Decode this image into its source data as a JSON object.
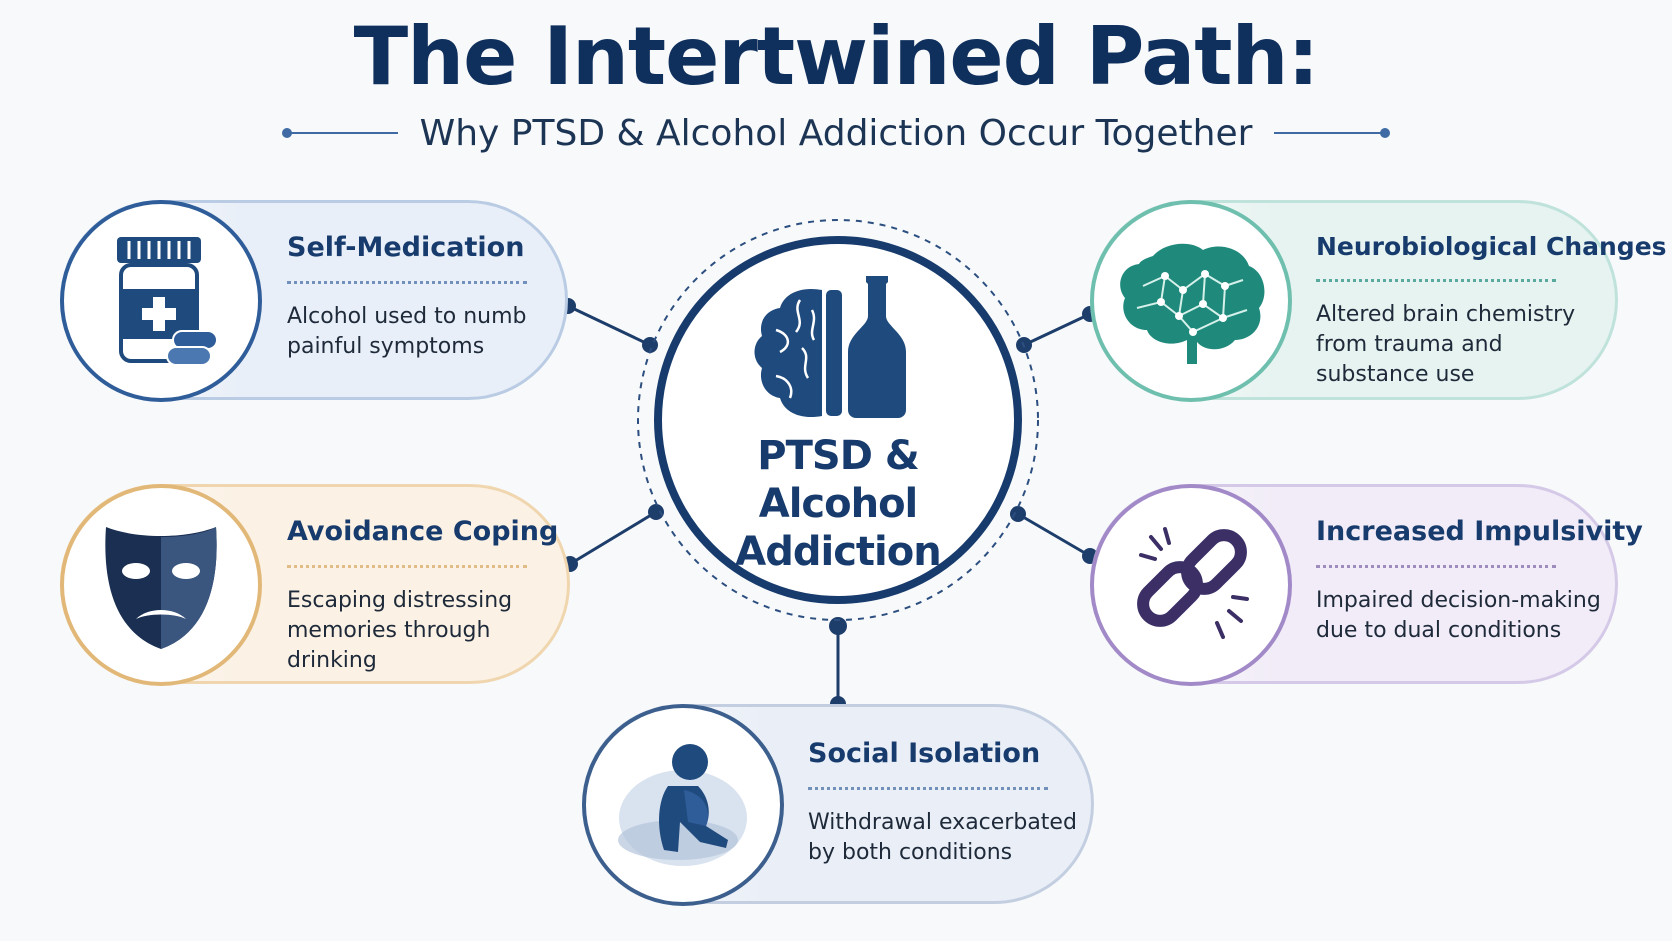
{
  "header": {
    "title": "The Intertwined Path:",
    "subtitle": "Why PTSD & Alcohol Addiction Occur Together"
  },
  "center": {
    "line1": "PTSD &",
    "line2": "Alcohol Addiction"
  },
  "factors": [
    {
      "title": "Self-Medication",
      "description": [
        "Alcohol used to numb",
        "painful symptoms"
      ],
      "icon": "medicine-bottle-icon",
      "color": "#2f5d9a"
    },
    {
      "title": "Avoidance Coping",
      "description": [
        "Escaping distressing",
        "memories through",
        "drinking"
      ],
      "icon": "mask-icon",
      "color": "#e2b878"
    },
    {
      "title": "Social Isolation",
      "description": [
        "Withdrawal exacerbated",
        "by both conditions"
      ],
      "icon": "isolated-person-icon",
      "color": "#3c5f8e"
    },
    {
      "title": "Neurobiological Changes",
      "description": [
        "Altered brain chemistry",
        "from trauma and",
        "substance use"
      ],
      "icon": "brain-icon",
      "color": "#6fbfae"
    },
    {
      "title": "Increased Impulsivity",
      "description": [
        "Impaired decision-making",
        "due to dual conditions"
      ],
      "icon": "broken-chain-icon",
      "color": "#a28ac8"
    }
  ],
  "colors": {
    "navy": "#173b6d",
    "teal": "#1f8a7c",
    "purple": "#3b2f66"
  }
}
